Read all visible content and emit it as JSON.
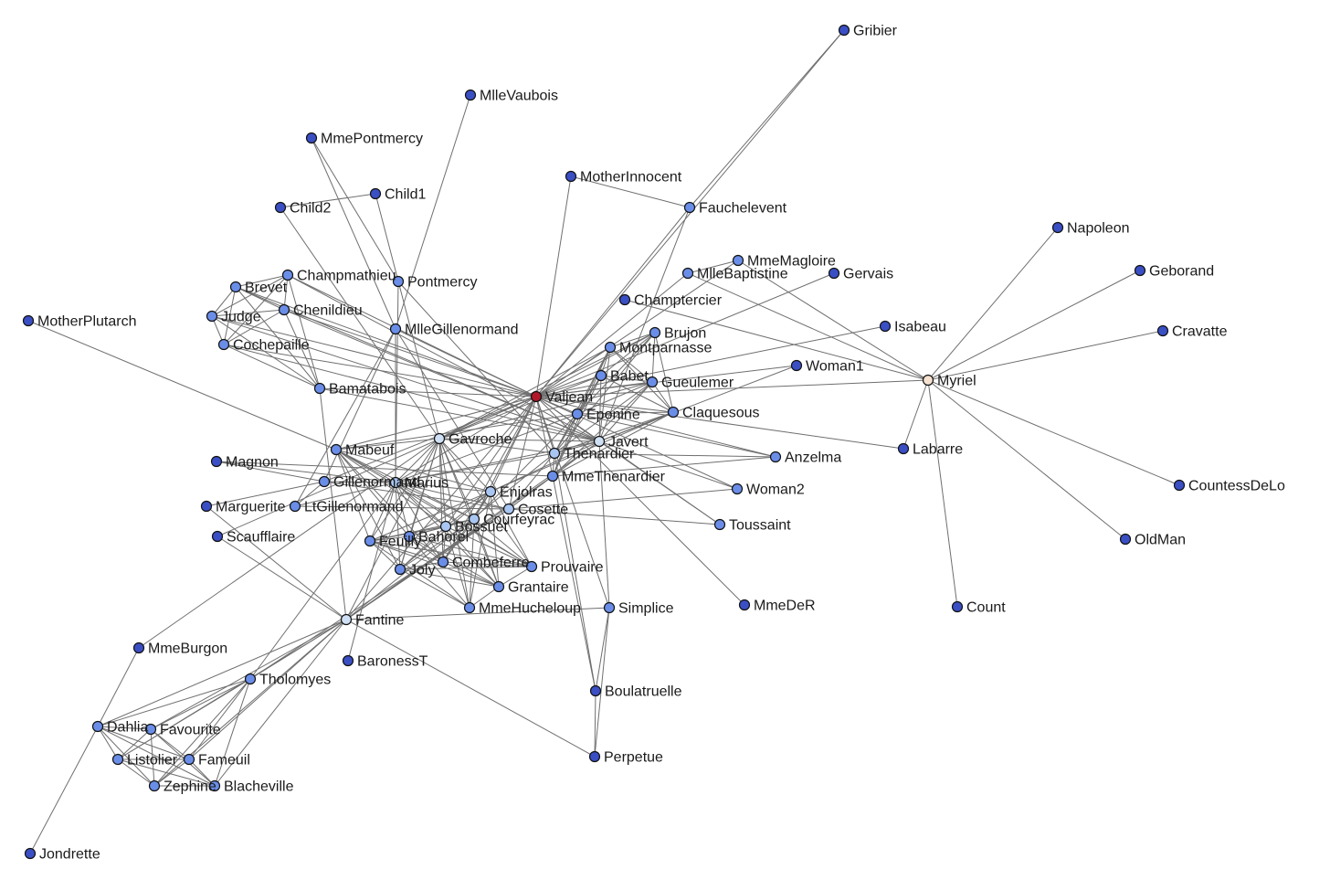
{
  "colors": {
    "dark": "#3a4fc4",
    "medium": "#6a8ee8",
    "light": "#a9c6f2",
    "pale": "#cfe0f5",
    "peach": "#f6e0cf",
    "red": "#b0182a"
  },
  "nodes": [
    {
      "id": "Gribier",
      "c": "dark"
    },
    {
      "id": "MlleVaubois",
      "c": "dark"
    },
    {
      "id": "MmePontmercy",
      "c": "dark"
    },
    {
      "id": "MotherInnocent",
      "c": "dark"
    },
    {
      "id": "Fauchelevent",
      "c": "medium"
    },
    {
      "id": "Child1",
      "c": "dark"
    },
    {
      "id": "Child2",
      "c": "dark"
    },
    {
      "id": "Napoleon",
      "c": "dark"
    },
    {
      "id": "Geborand",
      "c": "dark"
    },
    {
      "id": "Cravatte",
      "c": "dark"
    },
    {
      "id": "MmeMagloire",
      "c": "medium"
    },
    {
      "id": "MlleBaptistine",
      "c": "medium"
    },
    {
      "id": "Gervais",
      "c": "dark"
    },
    {
      "id": "Champmathieu",
      "c": "medium"
    },
    {
      "id": "Pontmercy",
      "c": "medium"
    },
    {
      "id": "Brevet",
      "c": "medium"
    },
    {
      "id": "Champtercier",
      "c": "dark"
    },
    {
      "id": "Chenildieu",
      "c": "medium"
    },
    {
      "id": "Judge",
      "c": "medium"
    },
    {
      "id": "MotherPlutarch",
      "c": "dark"
    },
    {
      "id": "MlleGillenormand",
      "c": "medium"
    },
    {
      "id": "Brujon",
      "c": "medium"
    },
    {
      "id": "Isabeau",
      "c": "dark"
    },
    {
      "id": "Cochepaille",
      "c": "medium"
    },
    {
      "id": "Montparnasse",
      "c": "medium"
    },
    {
      "id": "Woman1",
      "c": "dark"
    },
    {
      "id": "Babet",
      "c": "medium"
    },
    {
      "id": "Myriel",
      "c": "peach"
    },
    {
      "id": "Gueulemer",
      "c": "medium"
    },
    {
      "id": "Bamatabois",
      "c": "medium"
    },
    {
      "id": "Valjean",
      "c": "red"
    },
    {
      "id": "Claquesous",
      "c": "medium"
    },
    {
      "id": "Eponine",
      "c": "medium"
    },
    {
      "id": "Gavroche",
      "c": "pale"
    },
    {
      "id": "Javert",
      "c": "pale"
    },
    {
      "id": "Labarre",
      "c": "dark"
    },
    {
      "id": "Mabeuf",
      "c": "medium"
    },
    {
      "id": "Thenardier",
      "c": "light"
    },
    {
      "id": "Anzelma",
      "c": "medium"
    },
    {
      "id": "Magnon",
      "c": "dark"
    },
    {
      "id": "MmeThenardier",
      "c": "medium"
    },
    {
      "id": "CountessDeLo",
      "c": "dark"
    },
    {
      "id": "Gillenormand",
      "c": "medium"
    },
    {
      "id": "Marius",
      "c": "light"
    },
    {
      "id": "Woman2",
      "c": "medium"
    },
    {
      "id": "Enjolras",
      "c": "light"
    },
    {
      "id": "Marguerite",
      "c": "dark"
    },
    {
      "id": "LtGillenormand",
      "c": "medium"
    },
    {
      "id": "Cosette",
      "c": "light"
    },
    {
      "id": "Courfeyrac",
      "c": "light"
    },
    {
      "id": "Toussaint",
      "c": "medium"
    },
    {
      "id": "Bossuet",
      "c": "light"
    },
    {
      "id": "Scaufflaire",
      "c": "dark"
    },
    {
      "id": "Bahorel",
      "c": "medium"
    },
    {
      "id": "Feuilly",
      "c": "medium"
    },
    {
      "id": "OldMan",
      "c": "dark"
    },
    {
      "id": "Combeferre",
      "c": "medium"
    },
    {
      "id": "Prouvaire",
      "c": "medium"
    },
    {
      "id": "Joly",
      "c": "medium"
    },
    {
      "id": "Grantaire",
      "c": "medium"
    },
    {
      "id": "MmeDeR",
      "c": "dark"
    },
    {
      "id": "Count",
      "c": "dark"
    },
    {
      "id": "MmeHucheloup",
      "c": "medium"
    },
    {
      "id": "Simplice",
      "c": "medium"
    },
    {
      "id": "Fantine",
      "c": "pale"
    },
    {
      "id": "MmeBurgon",
      "c": "dark"
    },
    {
      "id": "BaronessT",
      "c": "dark"
    },
    {
      "id": "Tholomyes",
      "c": "medium"
    },
    {
      "id": "Boulatruelle",
      "c": "dark"
    },
    {
      "id": "Dahlia",
      "c": "medium"
    },
    {
      "id": "Favourite",
      "c": "medium"
    },
    {
      "id": "Listolier",
      "c": "medium"
    },
    {
      "id": "Fameuil",
      "c": "medium"
    },
    {
      "id": "Zephine",
      "c": "medium"
    },
    {
      "id": "Blacheville",
      "c": "medium"
    },
    {
      "id": "Perpetue",
      "c": "dark"
    },
    {
      "id": "Jondrette",
      "c": "dark"
    }
  ],
  "edges": [
    [
      "Myriel",
      "Napoleon"
    ],
    [
      "Myriel",
      "Geborand"
    ],
    [
      "Myriel",
      "Cravatte"
    ],
    [
      "Myriel",
      "CountessDeLo"
    ],
    [
      "Myriel",
      "OldMan"
    ],
    [
      "Myriel",
      "Count"
    ],
    [
      "Myriel",
      "Champtercier"
    ],
    [
      "Myriel",
      "MlleBaptistine"
    ],
    [
      "Myriel",
      "MmeMagloire"
    ],
    [
      "Myriel",
      "Valjean"
    ],
    [
      "Myriel",
      "Labarre"
    ],
    [
      "MlleBaptistine",
      "MmeMagloire"
    ],
    [
      "MlleBaptistine",
      "Valjean"
    ],
    [
      "MmeMagloire",
      "Valjean"
    ],
    [
      "Valjean",
      "Labarre"
    ],
    [
      "Valjean",
      "Gervais"
    ],
    [
      "Valjean",
      "Isabeau"
    ],
    [
      "Valjean",
      "Woman1"
    ],
    [
      "Valjean",
      "Woman2"
    ],
    [
      "Valjean",
      "Toussaint"
    ],
    [
      "Valjean",
      "MmeDeR"
    ],
    [
      "Valjean",
      "Anzelma"
    ],
    [
      "Valjean",
      "Fauchelevent"
    ],
    [
      "Valjean",
      "MotherInnocent"
    ],
    [
      "Valjean",
      "Gribier"
    ],
    [
      "Valjean",
      "Cosette"
    ],
    [
      "Valjean",
      "Javert"
    ],
    [
      "Valjean",
      "Fantine"
    ],
    [
      "Valjean",
      "Thenardier"
    ],
    [
      "Valjean",
      "MmeThenardier"
    ],
    [
      "Valjean",
      "Marius"
    ],
    [
      "Valjean",
      "Gavroche"
    ],
    [
      "Valjean",
      "Enjolras"
    ],
    [
      "Valjean",
      "Bamatabois"
    ],
    [
      "Valjean",
      "Champmathieu"
    ],
    [
      "Valjean",
      "Brevet"
    ],
    [
      "Valjean",
      "Chenildieu"
    ],
    [
      "Valjean",
      "Cochepaille"
    ],
    [
      "Valjean",
      "Judge"
    ],
    [
      "Valjean",
      "Simplice"
    ],
    [
      "Valjean",
      "Scaufflaire"
    ],
    [
      "Valjean",
      "Gillenormand"
    ],
    [
      "Valjean",
      "MlleGillenormand"
    ],
    [
      "Valjean",
      "Babet"
    ],
    [
      "Valjean",
      "Gueulemer"
    ],
    [
      "Valjean",
      "Claquesous"
    ],
    [
      "Valjean",
      "Montparnasse"
    ],
    [
      "Valjean",
      "Brujon"
    ],
    [
      "Valjean",
      "Eponine"
    ],
    [
      "Valjean",
      "Mabeuf"
    ],
    [
      "Valjean",
      "Courfeyrac"
    ],
    [
      "Valjean",
      "Bossuet"
    ],
    [
      "Valjean",
      "Combeferre"
    ],
    [
      "Fauchelevent",
      "MotherInnocent"
    ],
    [
      "Fauchelevent",
      "Gribier"
    ],
    [
      "Fauchelevent",
      "Javert"
    ],
    [
      "Javert",
      "Thenardier"
    ],
    [
      "Javert",
      "MmeThenardier"
    ],
    [
      "Javert",
      "Fantine"
    ],
    [
      "Javert",
      "Cosette"
    ],
    [
      "Javert",
      "Gavroche"
    ],
    [
      "Javert",
      "Enjolras"
    ],
    [
      "Javert",
      "Toussaint"
    ],
    [
      "Javert",
      "Woman1"
    ],
    [
      "Javert",
      "Woman2"
    ],
    [
      "Javert",
      "Babet"
    ],
    [
      "Javert",
      "Gueulemer"
    ],
    [
      "Javert",
      "Claquesous"
    ],
    [
      "Javert",
      "Montparnasse"
    ],
    [
      "Javert",
      "Bamatabois"
    ],
    [
      "Javert",
      "Champmathieu"
    ],
    [
      "Javert",
      "Brevet"
    ],
    [
      "Javert",
      "Chenildieu"
    ],
    [
      "Javert",
      "Cochepaille"
    ],
    [
      "Javert",
      "Judge"
    ],
    [
      "Javert",
      "Simplice"
    ],
    [
      "Javert",
      "Marius"
    ],
    [
      "Champmathieu",
      "Brevet"
    ],
    [
      "Champmathieu",
      "Chenildieu"
    ],
    [
      "Champmathieu",
      "Cochepaille"
    ],
    [
      "Champmathieu",
      "Judge"
    ],
    [
      "Champmathieu",
      "Bamatabois"
    ],
    [
      "Brevet",
      "Chenildieu"
    ],
    [
      "Brevet",
      "Cochepaille"
    ],
    [
      "Brevet",
      "Judge"
    ],
    [
      "Brevet",
      "Bamatabois"
    ],
    [
      "Chenildieu",
      "Cochepaille"
    ],
    [
      "Chenildieu",
      "Judge"
    ],
    [
      "Chenildieu",
      "Bamatabois"
    ],
    [
      "Judge",
      "Cochepaille"
    ],
    [
      "Judge",
      "Bamatabois"
    ],
    [
      "Cochepaille",
      "Bamatabois"
    ],
    [
      "Bamatabois",
      "Fantine"
    ],
    [
      "MmePontmercy",
      "Pontmercy"
    ],
    [
      "Pontmercy",
      "Marius"
    ],
    [
      "Pontmercy",
      "Thenardier"
    ],
    [
      "Child1",
      "Child2"
    ],
    [
      "Child1",
      "Gavroche"
    ],
    [
      "Child2",
      "Gavroche"
    ],
    [
      "MlleVaubois",
      "MlleGillenormand"
    ],
    [
      "MlleGillenormand",
      "Gillenormand"
    ],
    [
      "MlleGillenormand",
      "Marius"
    ],
    [
      "MlleGillenormand",
      "Cosette"
    ],
    [
      "MlleGillenormand",
      "LtGillenormand"
    ],
    [
      "MlleGillenormand",
      "MmePontmercy"
    ],
    [
      "Gillenormand",
      "Marius"
    ],
    [
      "Gillenormand",
      "Cosette"
    ],
    [
      "Gillenormand",
      "LtGillenormand"
    ],
    [
      "Gillenormand",
      "Magnon"
    ],
    [
      "LtGillenormand",
      "Marius"
    ],
    [
      "LtGillenormand",
      "Cosette"
    ],
    [
      "Marius",
      "Cosette"
    ],
    [
      "Marius",
      "Eponine"
    ],
    [
      "Marius",
      "Thenardier"
    ],
    [
      "Marius",
      "Gavroche"
    ],
    [
      "Marius",
      "Enjolras"
    ],
    [
      "Marius",
      "Courfeyrac"
    ],
    [
      "Marius",
      "Combeferre"
    ],
    [
      "Marius",
      "Bossuet"
    ],
    [
      "Marius",
      "Joly"
    ],
    [
      "Marius",
      "Feuilly"
    ],
    [
      "Marius",
      "Bahorel"
    ],
    [
      "Marius",
      "Prouvaire"
    ],
    [
      "Marius",
      "Grantaire"
    ],
    [
      "Marius",
      "Mabeuf"
    ],
    [
      "Marius",
      "Tholomyes"
    ],
    [
      "Marius",
      "BaronessT"
    ],
    [
      "Cosette",
      "Thenardier"
    ],
    [
      "Cosette",
      "MmeThenardier"
    ],
    [
      "Cosette",
      "Toussaint"
    ],
    [
      "Cosette",
      "Woman2"
    ],
    [
      "Cosette",
      "Tholomyes"
    ],
    [
      "Cosette",
      "Fantine"
    ],
    [
      "Thenardier",
      "MmeThenardier"
    ],
    [
      "Thenardier",
      "Eponine"
    ],
    [
      "Thenardier",
      "Anzelma"
    ],
    [
      "Thenardier",
      "Babet"
    ],
    [
      "Thenardier",
      "Gueulemer"
    ],
    [
      "Thenardier",
      "Claquesous"
    ],
    [
      "Thenardier",
      "Montparnasse"
    ],
    [
      "Thenardier",
      "Brujon"
    ],
    [
      "Thenardier",
      "Boulatruelle"
    ],
    [
      "Thenardier",
      "Gavroche"
    ],
    [
      "Thenardier",
      "Fantine"
    ],
    [
      "MmeThenardier",
      "Eponine"
    ],
    [
      "MmeThenardier",
      "Anzelma"
    ],
    [
      "MmeThenardier",
      "Babet"
    ],
    [
      "MmeThenardier",
      "Gueulemer"
    ],
    [
      "MmeThenardier",
      "Claquesous"
    ],
    [
      "MmeThenardier",
      "Montparnasse"
    ],
    [
      "MmeThenardier",
      "Fantine"
    ],
    [
      "MmeThenardier",
      "Magnon"
    ],
    [
      "MmeThenardier",
      "Boulatruelle"
    ],
    [
      "Eponine",
      "Babet"
    ],
    [
      "Eponine",
      "Gueulemer"
    ],
    [
      "Eponine",
      "Claquesous"
    ],
    [
      "Eponine",
      "Montparnasse"
    ],
    [
      "Eponine",
      "Brujon"
    ],
    [
      "Eponine",
      "Mabeuf"
    ],
    [
      "Eponine",
      "Courfeyrac"
    ],
    [
      "Eponine",
      "Anzelma"
    ],
    [
      "Babet",
      "Gueulemer"
    ],
    [
      "Babet",
      "Claquesous"
    ],
    [
      "Babet",
      "Montparnasse"
    ],
    [
      "Babet",
      "Brujon"
    ],
    [
      "Babet",
      "Gavroche"
    ],
    [
      "Gueulemer",
      "Claquesous"
    ],
    [
      "Gueulemer",
      "Montparnasse"
    ],
    [
      "Gueulemer",
      "Brujon"
    ],
    [
      "Gueulemer",
      "Gavroche"
    ],
    [
      "Claquesous",
      "Montparnasse"
    ],
    [
      "Claquesous",
      "Brujon"
    ],
    [
      "Claquesous",
      "Enjolras"
    ],
    [
      "Montparnasse",
      "Brujon"
    ],
    [
      "Montparnasse",
      "Gavroche"
    ],
    [
      "Brujon",
      "Gavroche"
    ],
    [
      "Gavroche",
      "Mabeuf"
    ],
    [
      "Gavroche",
      "Enjolras"
    ],
    [
      "Gavroche",
      "Courfeyrac"
    ],
    [
      "Gavroche",
      "Combeferre"
    ],
    [
      "Gavroche",
      "Bossuet"
    ],
    [
      "Gavroche",
      "Joly"
    ],
    [
      "Gavroche",
      "Feuilly"
    ],
    [
      "Gavroche",
      "Bahorel"
    ],
    [
      "Gavroche",
      "Prouvaire"
    ],
    [
      "Gavroche",
      "Grantaire"
    ],
    [
      "Gavroche",
      "MmeHucheloup"
    ],
    [
      "Gavroche",
      "MmeBurgon"
    ],
    [
      "Gavroche",
      "Fantine"
    ],
    [
      "Mabeuf",
      "MotherPlutarch"
    ],
    [
      "Mabeuf",
      "Enjolras"
    ],
    [
      "Mabeuf",
      "Courfeyrac"
    ],
    [
      "Mabeuf",
      "Combeferre"
    ],
    [
      "Mabeuf",
      "Bossuet"
    ],
    [
      "Mabeuf",
      "Joly"
    ],
    [
      "Mabeuf",
      "Feuilly"
    ],
    [
      "Mabeuf",
      "Bahorel"
    ],
    [
      "Mabeuf",
      "Prouvaire"
    ],
    [
      "Enjolras",
      "Courfeyrac"
    ],
    [
      "Enjolras",
      "Combeferre"
    ],
    [
      "Enjolras",
      "Bossuet"
    ],
    [
      "Enjolras",
      "Joly"
    ],
    [
      "Enjolras",
      "Feuilly"
    ],
    [
      "Enjolras",
      "Bahorel"
    ],
    [
      "Enjolras",
      "Prouvaire"
    ],
    [
      "Enjolras",
      "Grantaire"
    ],
    [
      "Enjolras",
      "MmeHucheloup"
    ],
    [
      "Courfeyrac",
      "Combeferre"
    ],
    [
      "Courfeyrac",
      "Bossuet"
    ],
    [
      "Courfeyrac",
      "Joly"
    ],
    [
      "Courfeyrac",
      "Feuilly"
    ],
    [
      "Courfeyrac",
      "Bahorel"
    ],
    [
      "Courfeyrac",
      "Prouvaire"
    ],
    [
      "Courfeyrac",
      "Grantaire"
    ],
    [
      "Courfeyrac",
      "MmeHucheloup"
    ],
    [
      "Combeferre",
      "Bossuet"
    ],
    [
      "Combeferre",
      "Joly"
    ],
    [
      "Combeferre",
      "Feuilly"
    ],
    [
      "Combeferre",
      "Bahorel"
    ],
    [
      "Combeferre",
      "Prouvaire"
    ],
    [
      "Combeferre",
      "Grantaire"
    ],
    [
      "Bossuet",
      "Joly"
    ],
    [
      "Bossuet",
      "Feuilly"
    ],
    [
      "Bossuet",
      "Bahorel"
    ],
    [
      "Bossuet",
      "Prouvaire"
    ],
    [
      "Bossuet",
      "Grantaire"
    ],
    [
      "Bossuet",
      "MmeHucheloup"
    ],
    [
      "Joly",
      "Feuilly"
    ],
    [
      "Joly",
      "Bahorel"
    ],
    [
      "Joly",
      "Prouvaire"
    ],
    [
      "Joly",
      "Grantaire"
    ],
    [
      "Joly",
      "MmeHucheloup"
    ],
    [
      "Feuilly",
      "Bahorel"
    ],
    [
      "Feuilly",
      "Prouvaire"
    ],
    [
      "Feuilly",
      "Grantaire"
    ],
    [
      "Feuilly",
      "MmeHucheloup"
    ],
    [
      "Bahorel",
      "Prouvaire"
    ],
    [
      "Bahorel",
      "Grantaire"
    ],
    [
      "Bahorel",
      "MmeHucheloup"
    ],
    [
      "Prouvaire",
      "Grantaire"
    ],
    [
      "Grantaire",
      "MmeHucheloup"
    ],
    [
      "Fantine",
      "Simplice"
    ],
    [
      "Fantine",
      "Tholomyes"
    ],
    [
      "Fantine",
      "Dahlia"
    ],
    [
      "Fantine",
      "Favourite"
    ],
    [
      "Fantine",
      "Listolier"
    ],
    [
      "Fantine",
      "Fameuil"
    ],
    [
      "Fantine",
      "Zephine"
    ],
    [
      "Fantine",
      "Blacheville"
    ],
    [
      "Fantine",
      "Marguerite"
    ],
    [
      "Fantine",
      "Perpetue"
    ],
    [
      "Simplice",
      "Perpetue"
    ],
    [
      "Simplice",
      "Boulatruelle"
    ],
    [
      "Boulatruelle",
      "Perpetue"
    ],
    [
      "Marguerite",
      "Gillenormand"
    ],
    [
      "Magnon",
      "Marius"
    ],
    [
      "Scaufflaire",
      "Fantine"
    ],
    [
      "Tholomyes",
      "Dahlia"
    ],
    [
      "Tholomyes",
      "Favourite"
    ],
    [
      "Tholomyes",
      "Listolier"
    ],
    [
      "Tholomyes",
      "Fameuil"
    ],
    [
      "Tholomyes",
      "Zephine"
    ],
    [
      "Tholomyes",
      "Blacheville"
    ],
    [
      "Dahlia",
      "Favourite"
    ],
    [
      "Dahlia",
      "Listolier"
    ],
    [
      "Dahlia",
      "Fameuil"
    ],
    [
      "Dahlia",
      "Zephine"
    ],
    [
      "Dahlia",
      "Blacheville"
    ],
    [
      "Dahlia",
      "MmeBurgon"
    ],
    [
      "Dahlia",
      "Jondrette"
    ],
    [
      "Favourite",
      "Listolier"
    ],
    [
      "Favourite",
      "Fameuil"
    ],
    [
      "Favourite",
      "Zephine"
    ],
    [
      "Favourite",
      "Blacheville"
    ],
    [
      "Listolier",
      "Fameuil"
    ],
    [
      "Listolier",
      "Zephine"
    ],
    [
      "Listolier",
      "Blacheville"
    ],
    [
      "Fameuil",
      "Zephine"
    ],
    [
      "Fameuil",
      "Blacheville"
    ],
    [
      "Zephine",
      "Blacheville"
    ]
  ]
}
